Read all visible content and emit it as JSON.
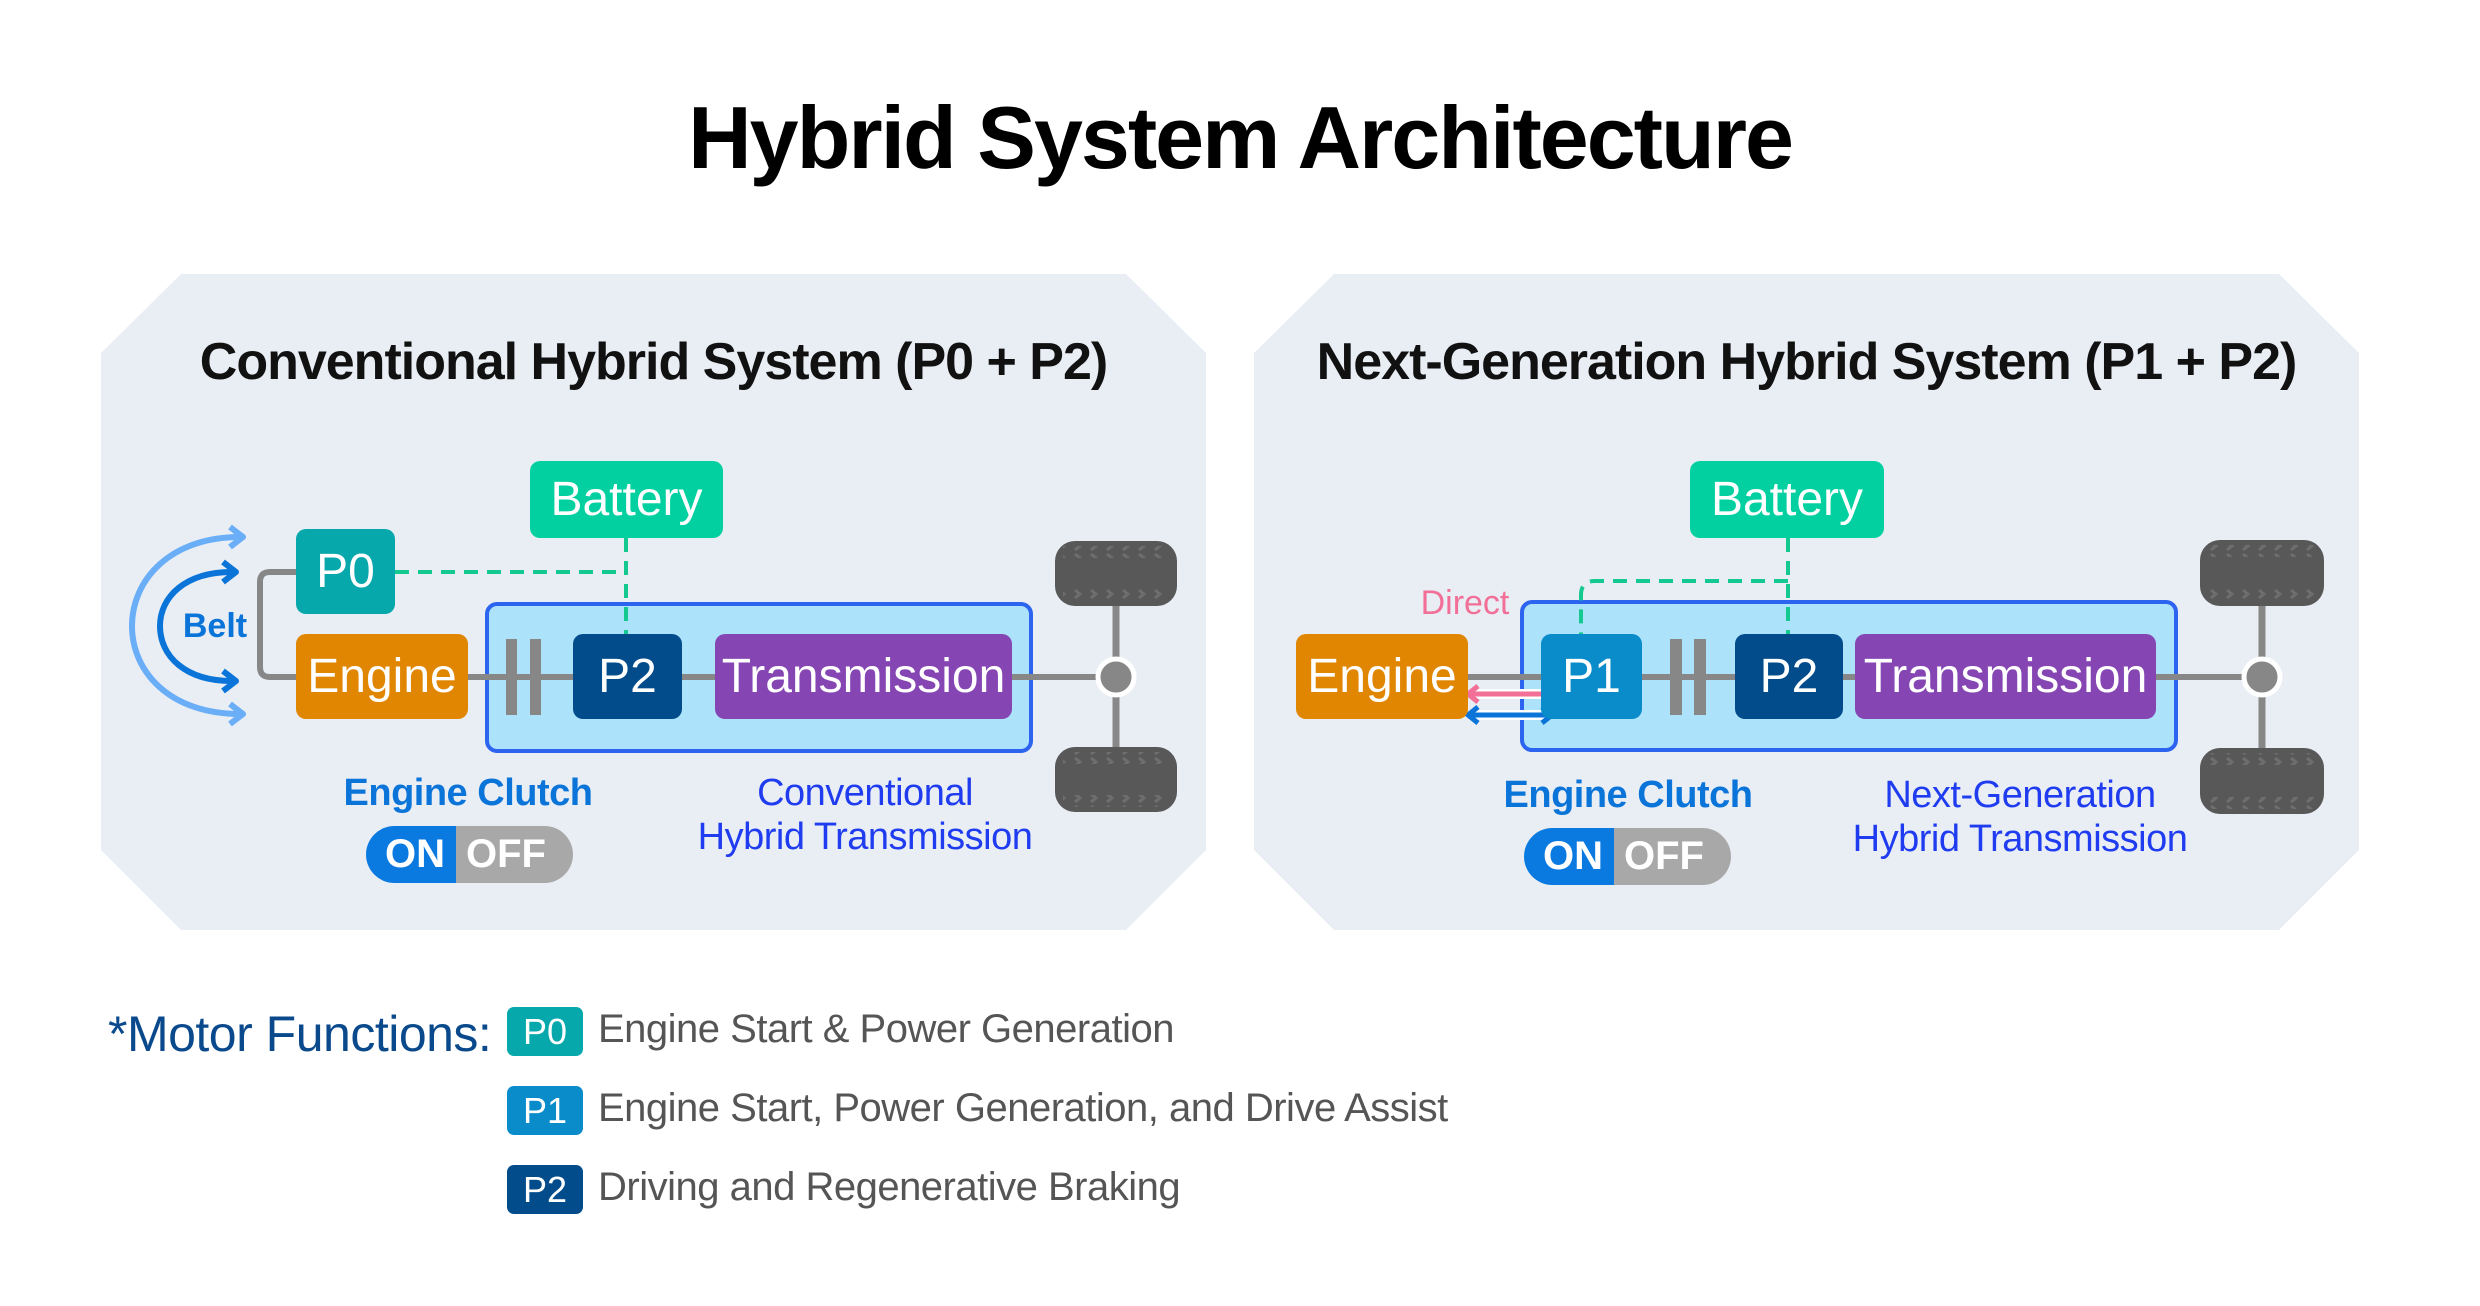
{
  "title": "Hybrid System Architecture",
  "colors": {
    "panel_bg": "#e9eef5",
    "p0": "#06a8ac",
    "p1": "#0a8ccb",
    "p2": "#034c8c",
    "engine": "#e08600",
    "battery": "#02d0a0",
    "transmission": "#8546b3",
    "container_fill": "#ade2fb",
    "container_border": "#2c64f0",
    "clutch_on": "#0a7ae0",
    "clutch_off": "#a8a8a8",
    "direct": "#f27098",
    "belt_outer": "#6aaef7",
    "belt_inner": "#0a74d9",
    "shaft": "#878787",
    "wheel": "#585858",
    "dashed_power_line": "#14c98f"
  },
  "panels": {
    "conventional": {
      "title": "Conventional Hybrid System (P0 + P2)",
      "belt_label": "Belt",
      "p0_label": "P0",
      "engine_label": "Engine",
      "battery_label": "Battery",
      "p2_label": "P2",
      "transmission_label": "Transmission",
      "clutch_label": "Engine Clutch",
      "toggle_on": "ON",
      "toggle_off": "OFF",
      "transmission_caption_line1": "Conventional",
      "transmission_caption_line2": "Hybrid Transmission"
    },
    "next_generation": {
      "title": "Next-Generation Hybrid System (P1 + P2)",
      "direct_label": "Direct",
      "engine_label": "Engine",
      "battery_label": "Battery",
      "p1_label": "P1",
      "p2_label": "P2",
      "transmission_label": "Transmission",
      "clutch_label": "Engine Clutch",
      "toggle_on": "ON",
      "toggle_off": "OFF",
      "transmission_caption_line1": "Next-Generation",
      "transmission_caption_line2": "Hybrid Transmission"
    }
  },
  "legend": {
    "title": "*Motor Functions:",
    "items": [
      {
        "badge": "P0",
        "text": "Engine Start & Power Generation"
      },
      {
        "badge": "P1",
        "text": "Engine Start, Power Generation, and Drive Assist"
      },
      {
        "badge": "P2",
        "text": "Driving and Regenerative Braking"
      }
    ]
  }
}
